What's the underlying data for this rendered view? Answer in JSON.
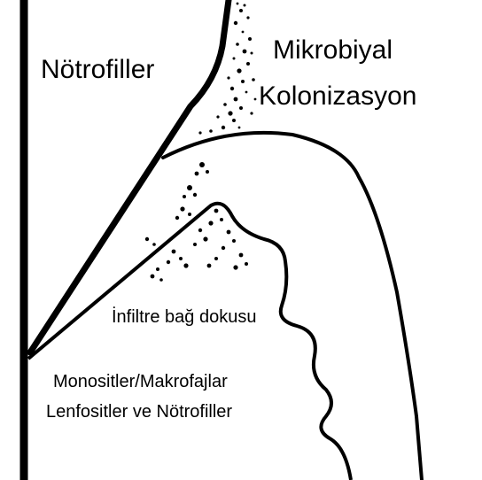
{
  "labels": {
    "neutrophils": "Nötrofiller",
    "microbial_line1": "Mikrobiyal",
    "microbial_line2": "Kolonizasyon",
    "infiltrate": "İnfiltre bağ dokusu",
    "cells_line1": "Monositler/Makrofajlar",
    "cells_line2": "Lenfositler ve Nötrofiller"
  },
  "colors": {
    "line": "#000000",
    "background": "#ffffff"
  }
}
